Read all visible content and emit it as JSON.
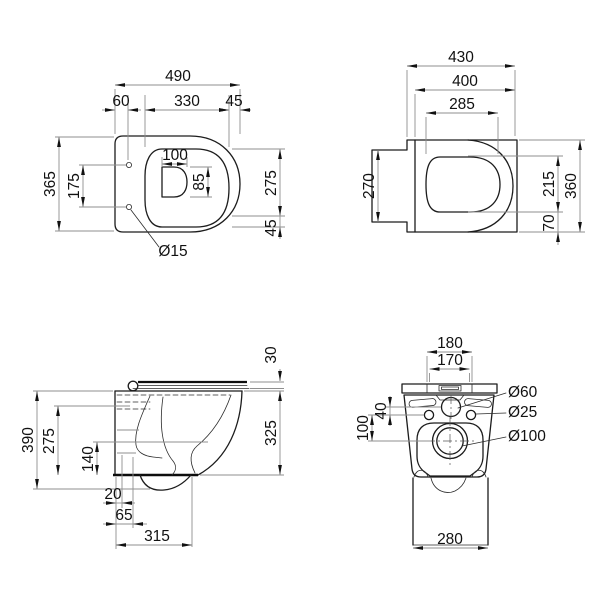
{
  "drawing": {
    "background": "#ffffff",
    "object_line_color": "#1c1c1c",
    "dimension_line_color": "#8f8f8f",
    "views": {
      "top_view": {
        "overall_length": "490",
        "hole_setback": "60",
        "seat_opening_length": "330",
        "front_edge": "45",
        "overall_width": "365",
        "hole_spacing": "175",
        "flush_opening_length": "100",
        "flush_opening_width": "85",
        "seat_opening_width": "275",
        "rim_offset": "45",
        "mounting_hole_diameter": "Ø15"
      },
      "plan_view": {
        "overall_depth": "430",
        "bowl_depth": "400",
        "seat_depth": "285",
        "plate_width": "270",
        "seat_inner_width": "215",
        "overall_width": "360",
        "rear_offset": "70"
      },
      "side_view": {
        "seat_thickness": "30",
        "total_height": "390",
        "rear_height": "275",
        "trap_height": "140",
        "offset_small": "20",
        "offset_large": "65",
        "bottom_length": "315",
        "bowl_height": "325"
      },
      "rear_view": {
        "fixing_span_outer": "180",
        "fixing_span_inner": "170",
        "inlet_diameter": "Ø60",
        "fixing_hole_diameter": "Ø25",
        "outlet_diameter": "Ø100",
        "inlet_offset": "40",
        "outlet_offset": "100",
        "base_width": "280"
      }
    }
  }
}
